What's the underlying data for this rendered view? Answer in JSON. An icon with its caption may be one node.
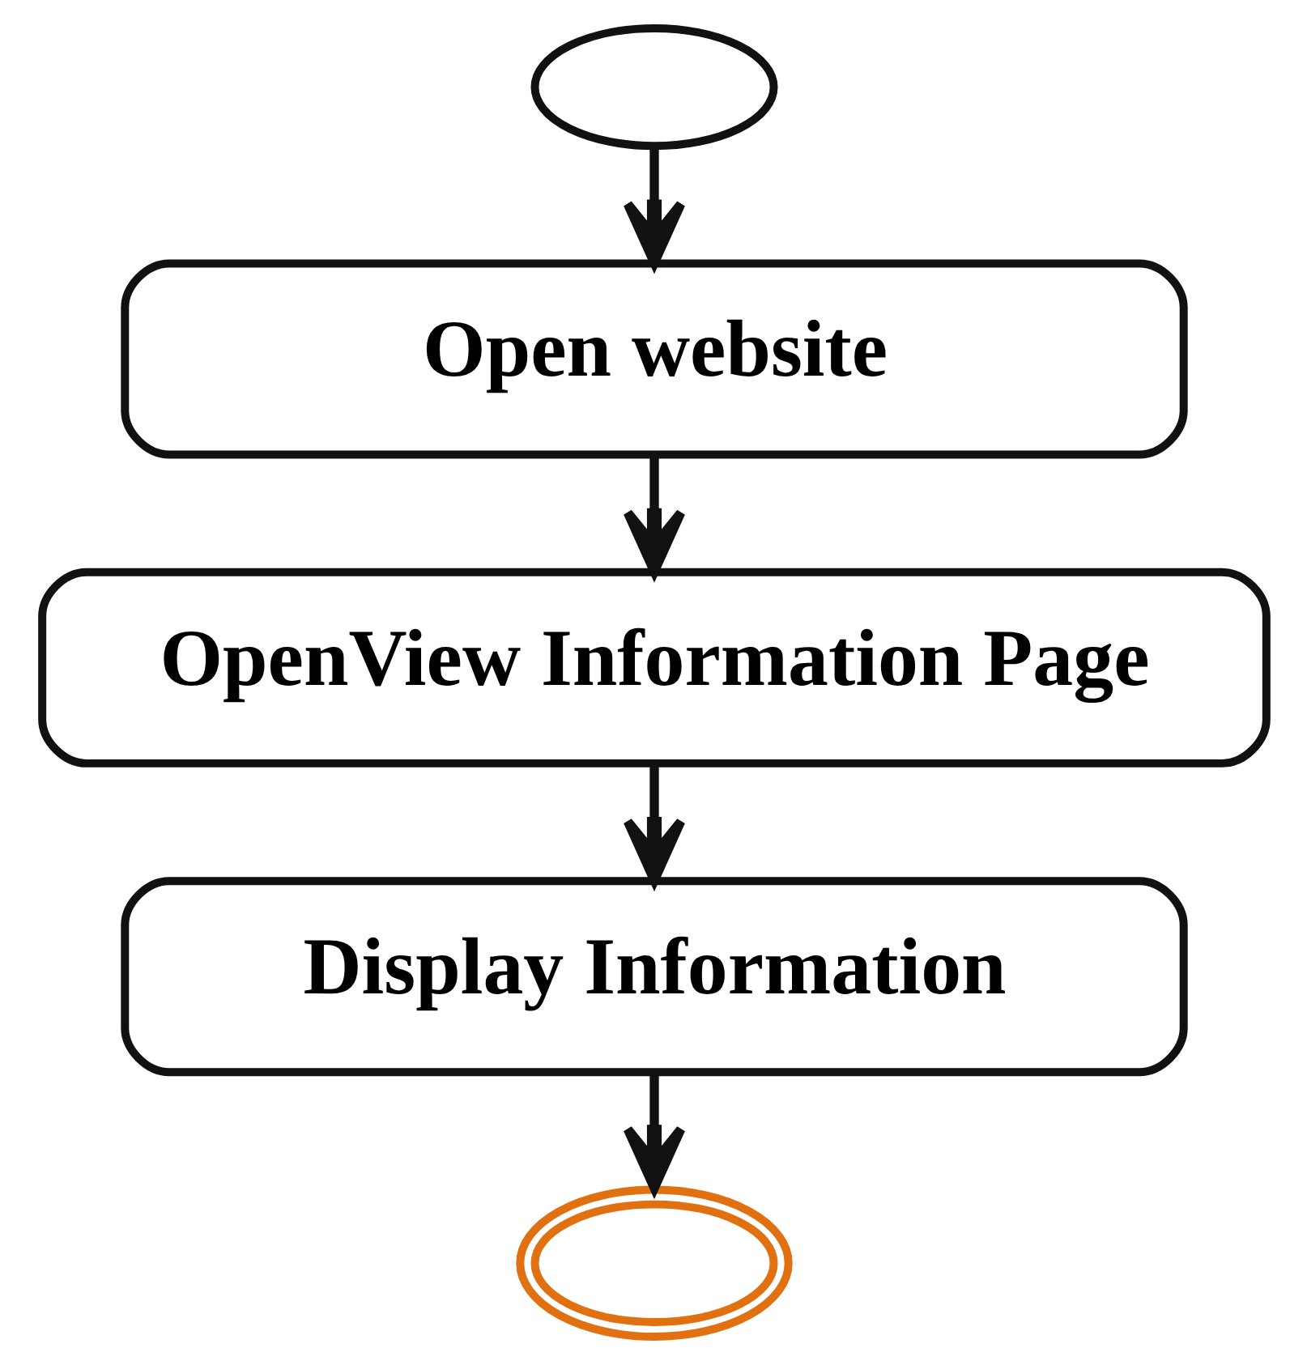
{
  "diagram": {
    "nodes": [
      {
        "text": [],
        "shape": "circle"
      },
      {
        "text": [
          "Open website"
        ]
      },
      {
        "text": [
          "OpenView Information Page"
        ]
      },
      {
        "text": [
          "Display Information"
        ]
      },
      {
        "text": [],
        "shape": "circle"
      }
    ],
    "edges": [
      {
        "from": 0,
        "to": 1,
        "arrow": "to"
      },
      {
        "from": 1,
        "to": 2,
        "arrow": "to"
      },
      {
        "from": 2,
        "to": 3,
        "arrow": "to"
      },
      {
        "from": 3,
        "to": 4,
        "arrow": "to"
      }
    ]
  }
}
